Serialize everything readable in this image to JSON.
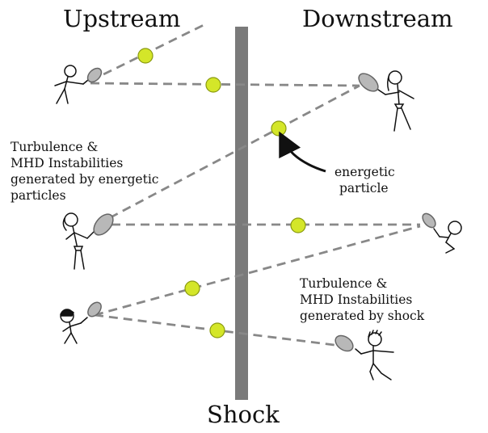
{
  "headings": {
    "left": "Upstream",
    "right": "Downstream",
    "bottom": "Shock"
  },
  "notes": {
    "upstream_turbulence": [
      "Turbulence &",
      "MHD Instabilities",
      "generated by energetic",
      "particles"
    ],
    "energetic_particle": [
      "energetic",
      "particle"
    ],
    "shock_turbulence": [
      "Turbulence &",
      "MHD Instabilities",
      "generated by shock"
    ]
  },
  "colors": {
    "shock_bar": "#7a7a7a",
    "trajectory": "#888888",
    "ball_fill": "#d4e629",
    "ball_stroke": "#8a9a10",
    "ink": "#111111",
    "racket_fill": "#b8b8b8"
  }
}
